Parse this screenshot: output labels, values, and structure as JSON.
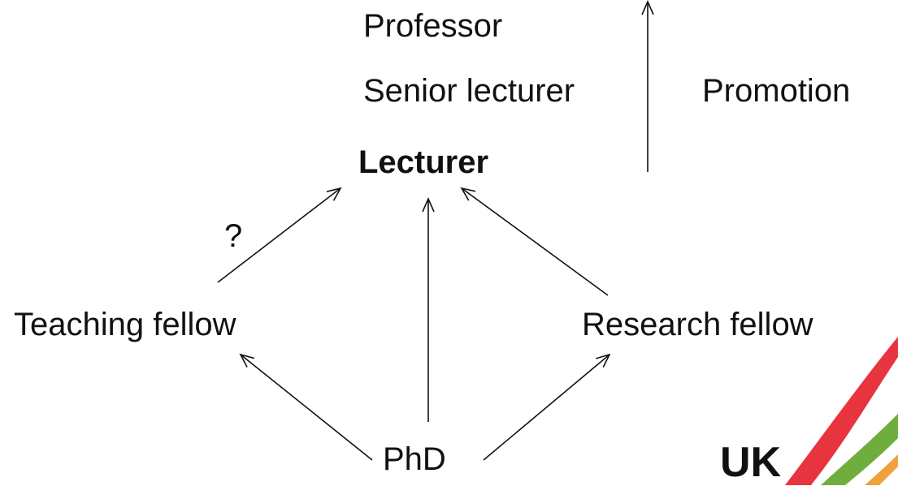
{
  "roles": {
    "professor": "Professor",
    "senior_lecturer": "Senior lecturer",
    "lecturer": "Lecturer",
    "teaching_fellow": "Teaching fellow",
    "research_fellow": "Research fellow",
    "phd": "PhD"
  },
  "annotations": {
    "promotion": "Promotion",
    "question": "?"
  },
  "logo": {
    "text": "UK",
    "colors": [
      "#e8343f",
      "#6fae3c",
      "#f0a13a"
    ]
  },
  "edges": [
    {
      "from": "phd",
      "to": "teaching_fellow"
    },
    {
      "from": "phd",
      "to": "lecturer"
    },
    {
      "from": "phd",
      "to": "research_fellow"
    },
    {
      "from": "teaching_fellow",
      "to": "lecturer",
      "label": "?"
    },
    {
      "from": "research_fellow",
      "to": "lecturer"
    },
    {
      "from": "lecturer",
      "to": "professor",
      "label": "Promotion"
    }
  ]
}
